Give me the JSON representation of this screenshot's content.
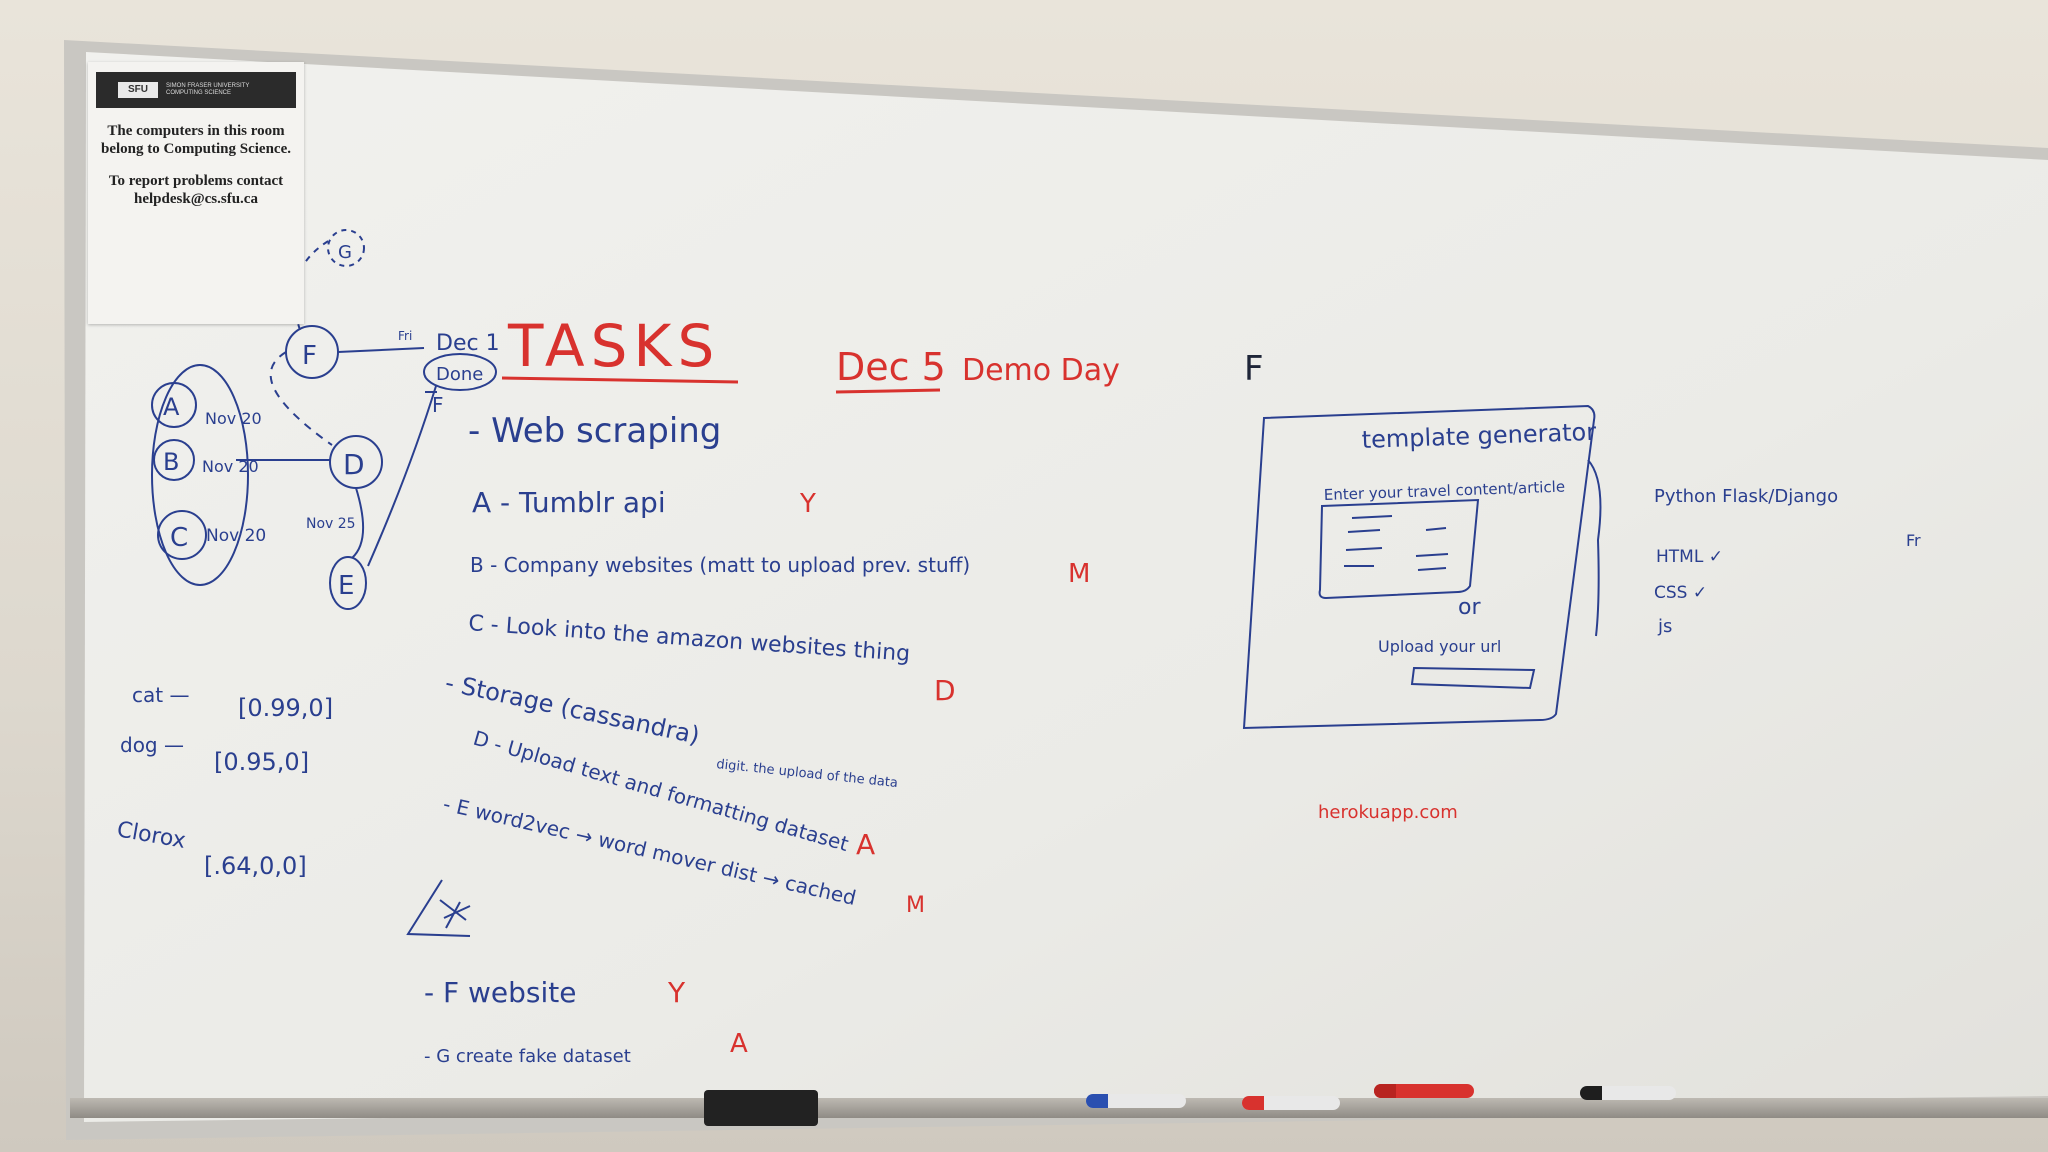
{
  "colors": {
    "board": "#f3f3f0",
    "blue_ink": "#2a3f8f",
    "red_ink": "#d8322e",
    "black_ink": "#1e2538"
  },
  "notice": {
    "logo_mark": "SFU",
    "logo_text": "SIMON FRASER UNIVERSITY COMPUTING SCIENCE",
    "line1": "The computers in this room belong to Computing Science.",
    "line2": "To report problems contact helpdesk@cs.sfu.ca"
  },
  "graph": {
    "nodes": [
      "A",
      "B",
      "C",
      "D",
      "E",
      "F",
      "G"
    ],
    "dates": [
      "Nov 20",
      "Nov 20",
      "Nov 20",
      "Nov 25"
    ],
    "edge_label": "Fri",
    "done_label": "Dec 1",
    "done_node": "Done",
    "f_label": "F"
  },
  "heading": {
    "tasks": "TASKS",
    "demo_date": "Dec 5",
    "demo_label": "Demo Day",
    "f_mark": "F"
  },
  "tasks": [
    {
      "text": "- Web scraping",
      "assignee": ""
    },
    {
      "text": "A - Tumblr api",
      "assignee": "Y"
    },
    {
      "text": "B - Company websites (matt to upload prev. stuff)",
      "assignee": "M"
    },
    {
      "text": "C - Look into the amazon websites thing",
      "assignee": "D"
    },
    {
      "text": "- Storage (cassandra)",
      "assignee": ""
    },
    {
      "text": "digit. the upload of the data",
      "assignee": ""
    },
    {
      "text": "D - Upload text and formatting dataset",
      "assignee": "A"
    },
    {
      "text": "- E word2vec → word mover dist → cached",
      "assignee": "M"
    },
    {
      "text": "- F website",
      "assignee": "Y"
    },
    {
      "text": "- G create fake dataset",
      "assignee": "A"
    }
  ],
  "similarity": [
    {
      "label": "cat —",
      "value": "[0.99,0]"
    },
    {
      "label": "dog —",
      "value": "[0.95,0]"
    },
    {
      "label": "Clorox",
      "value": "[.64,0,0]"
    }
  ],
  "mockup": {
    "title": "template generator",
    "prompt": "Enter your travel content/article",
    "or": "or",
    "url_label": "Upload your url"
  },
  "stack": {
    "backend": "Python Flask/Django",
    "items": [
      "HTML ✓",
      "CSS ✓",
      "js"
    ],
    "side_mark": "Fr"
  },
  "heroku": "herokuapp.com"
}
